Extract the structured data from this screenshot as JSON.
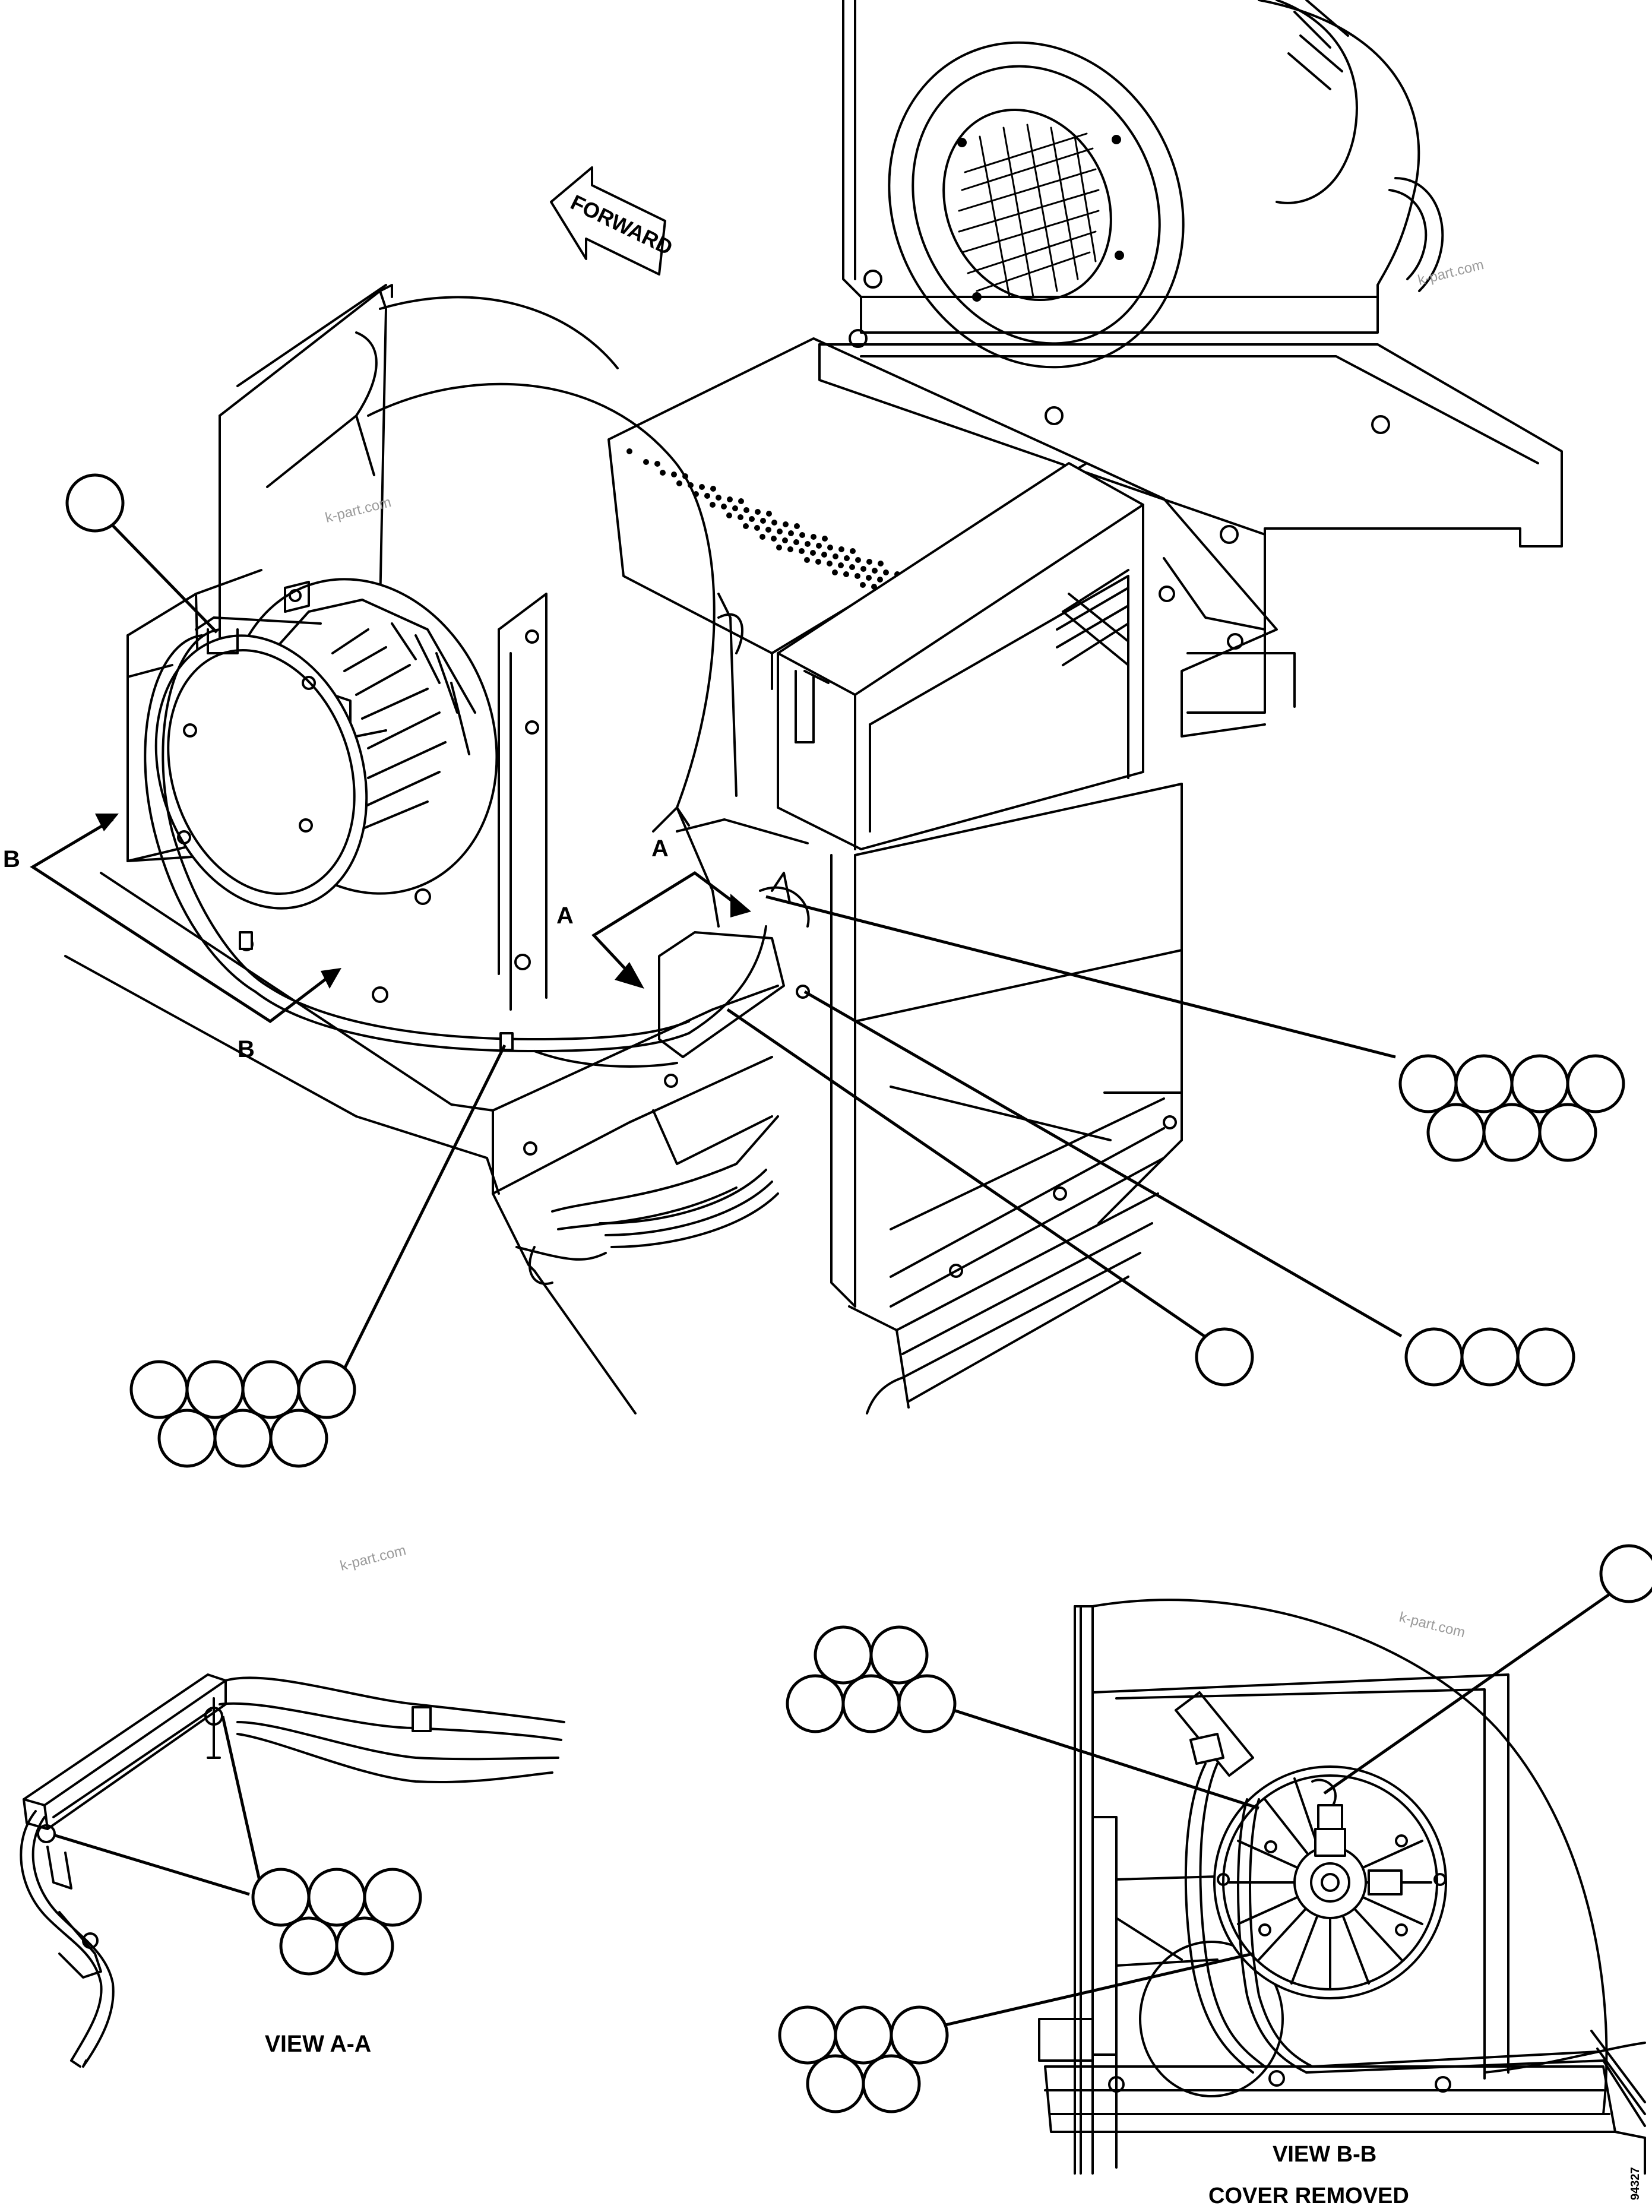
{
  "labels": {
    "forward": "FORWARD",
    "section_a": "A",
    "section_b": "B",
    "view_aa": "VIEW A-A",
    "view_bb": "VIEW B-B",
    "cover_removed": "COVER REMOVED",
    "drawing_number": "94327"
  },
  "watermark": "k-part.com",
  "colors": {
    "line": "#000000",
    "background": "#ffffff",
    "watermark": "#9a9a9a"
  }
}
